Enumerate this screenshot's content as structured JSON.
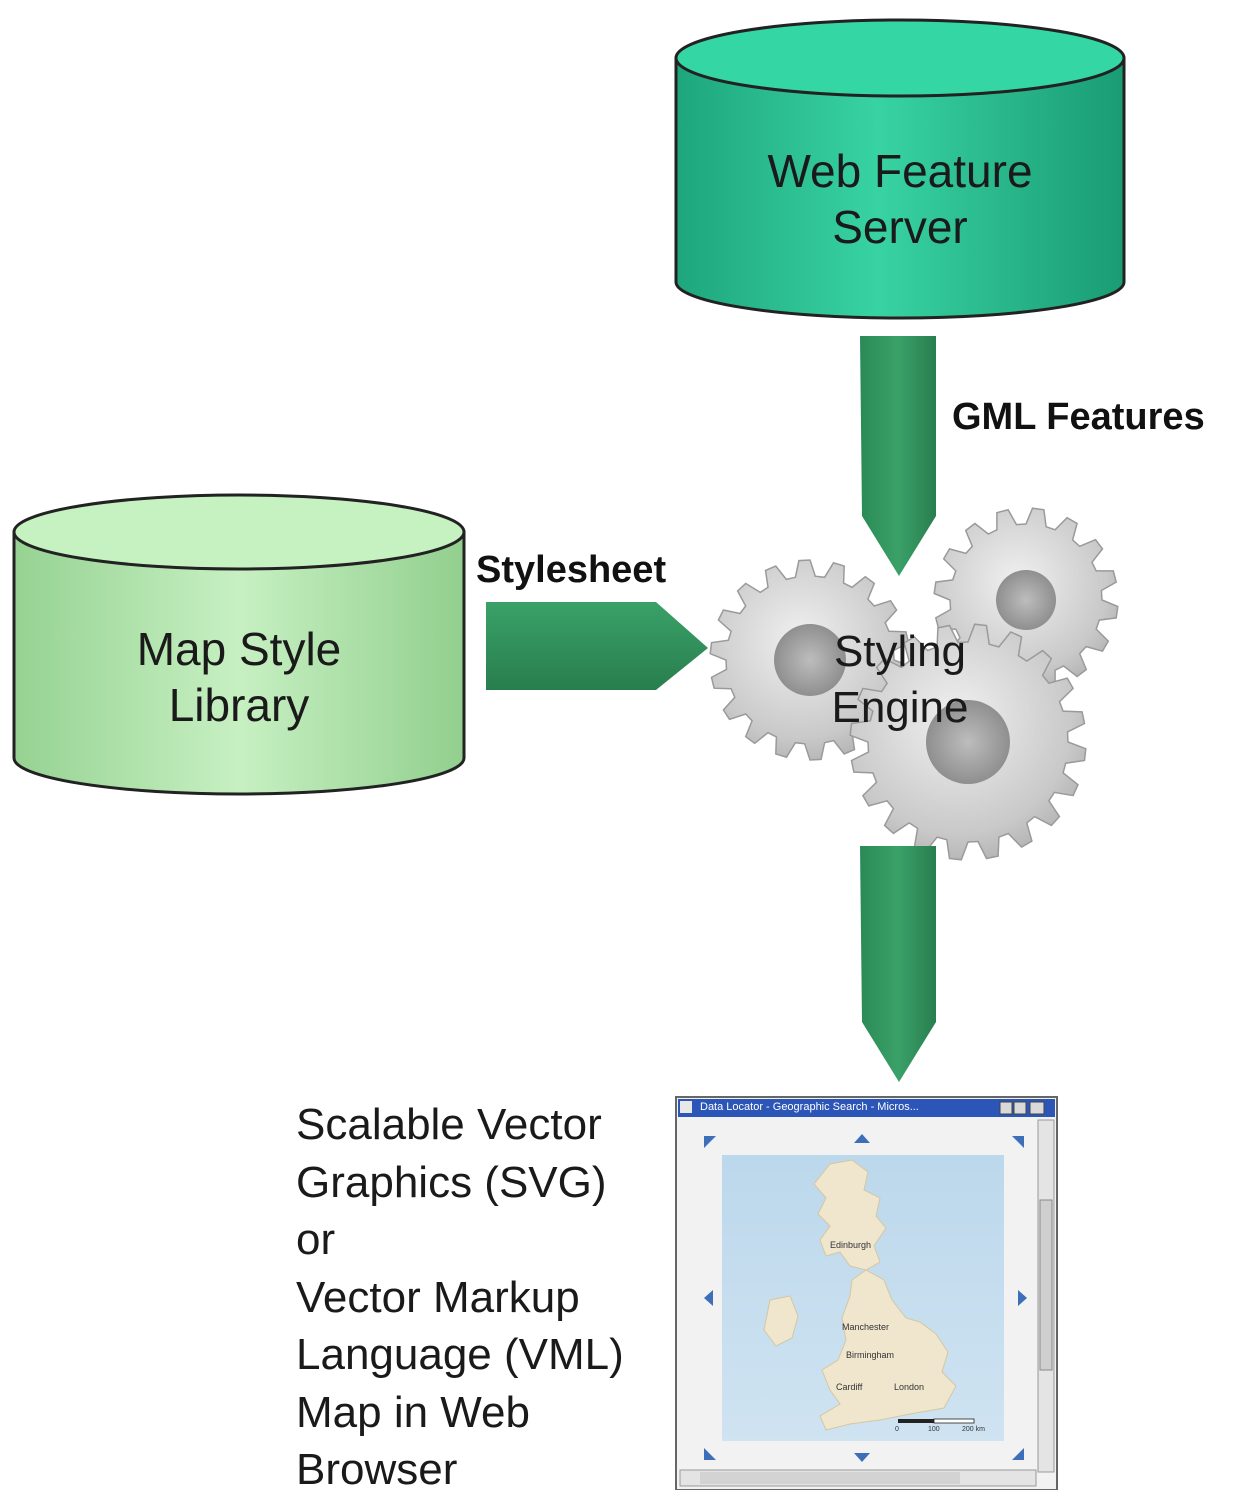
{
  "nodes": {
    "web_feature_server": {
      "line1": "Web Feature",
      "line2": "Server",
      "color": "#2dbf8f"
    },
    "map_style_library": {
      "line1": "Map Style",
      "line2": "Library",
      "color": "#a8dfa3"
    },
    "styling_engine": {
      "line1": "Styling",
      "line2": "Engine"
    }
  },
  "edges": {
    "gml": {
      "label": "GML Features"
    },
    "stylesheet": {
      "label": "Stylesheet"
    },
    "arrow_color": "#2e8c57"
  },
  "output": {
    "lines": [
      "Scalable Vector",
      "Graphics (SVG)",
      "or",
      "Vector Markup",
      "Language (VML)",
      "Map in Web",
      "Browser"
    ]
  },
  "browser": {
    "title": "Data Locator - Geographic Search - Micros...",
    "cities": [
      "Edinburgh",
      "Manchester",
      "Birmingham",
      "Cardiff",
      "London"
    ],
    "scale": [
      "0",
      "100",
      "200 km"
    ]
  }
}
